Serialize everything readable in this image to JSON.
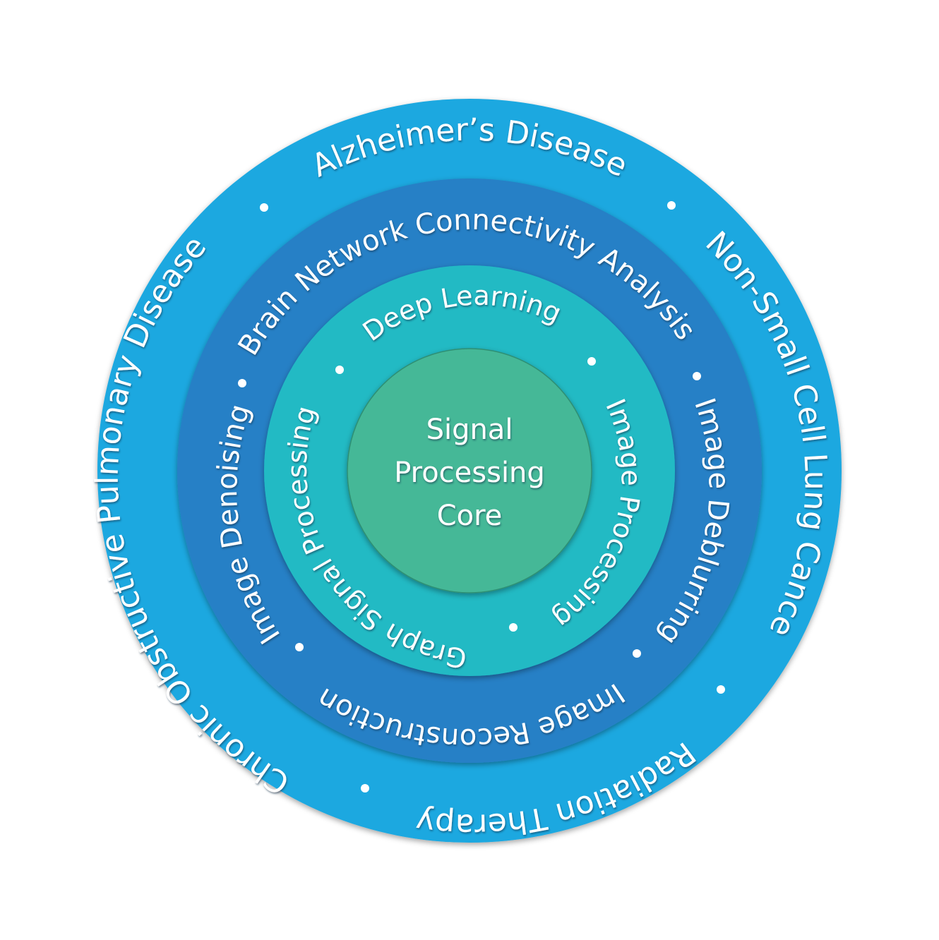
{
  "colors": {
    "outer_ring": "#1FA8E0",
    "middle_ring": "#2680C6",
    "inner_ring": "#20BAC4",
    "core": "#44B897",
    "text": "#FFFFFF"
  },
  "core": {
    "lines": [
      "Signal",
      "Processing",
      "Core"
    ]
  },
  "inner_ring": {
    "items": [
      "Deep Learning",
      "Image Processing",
      "Graph Signal Processing"
    ]
  },
  "middle_ring": {
    "items": [
      "Brain Network Connectivity Analysis",
      "Image Deblurring",
      "Image Reconstruction",
      "Image Denoising"
    ]
  },
  "outer_ring": {
    "items": [
      "Alzheimer’s Disease",
      "Non-Small Cell Lung Cancer",
      "Radiation Therapy",
      "Chronic Obstructive Pulmonary Disease"
    ]
  }
}
